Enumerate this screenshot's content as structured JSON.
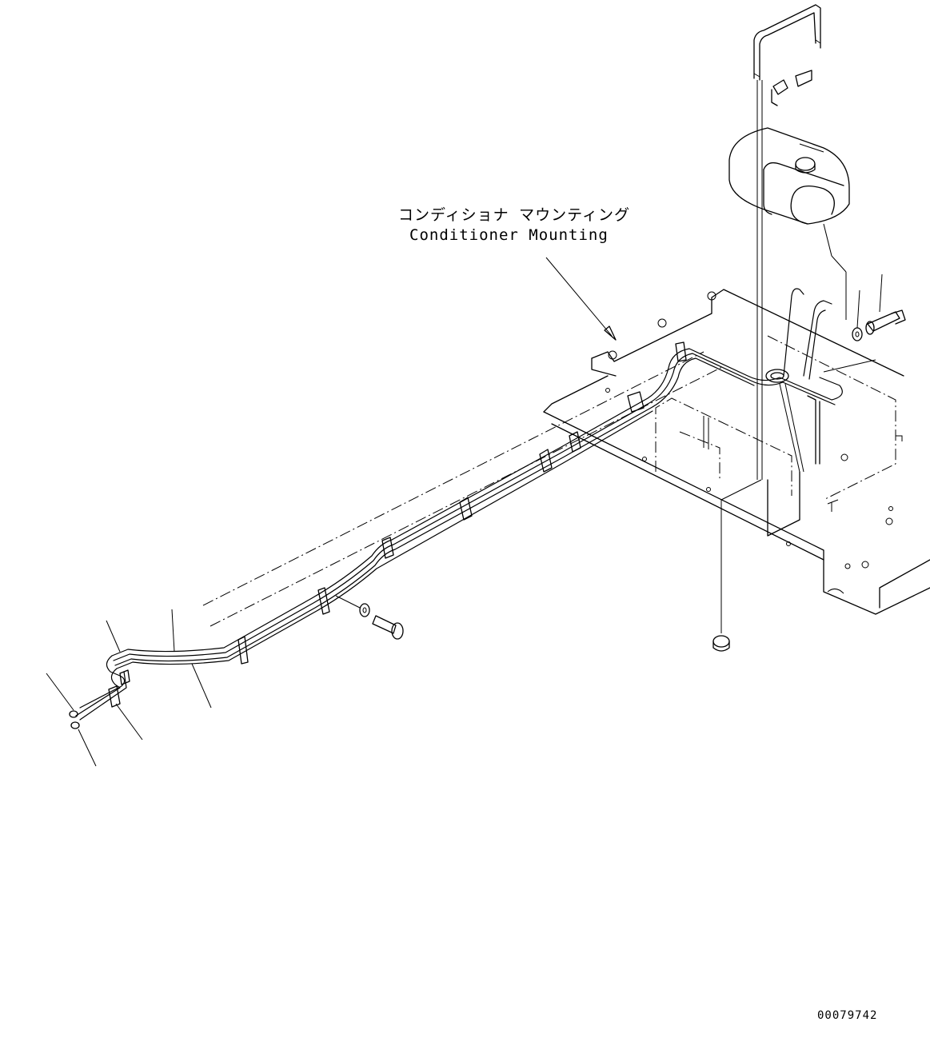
{
  "callout": {
    "label_jp": "コンディショナ マウンティング",
    "label_en": "Conditioner Mounting"
  },
  "drawing_number": "00079742"
}
